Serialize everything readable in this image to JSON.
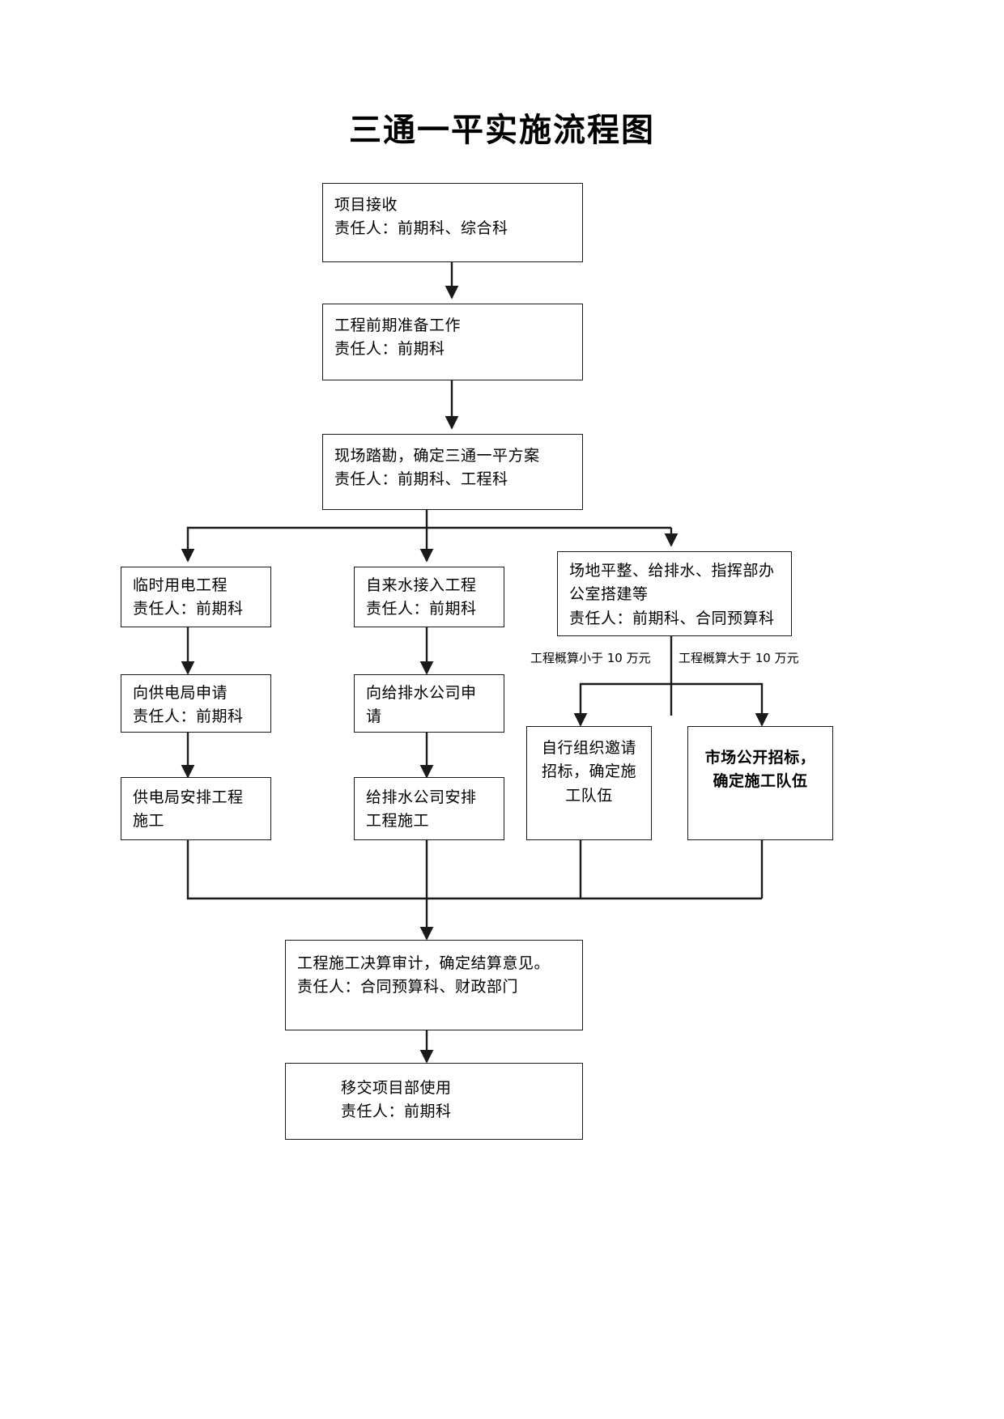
{
  "document": {
    "title": "三通一平实施流程图"
  },
  "nodes": [
    {
      "id": "n1",
      "name": "node-project-receive",
      "lines": [
        "项目接收",
        "责任人：前期科、综合科"
      ]
    },
    {
      "id": "n2",
      "name": "node-preliminary-preparation",
      "lines": [
        "工程前期准备工作",
        "责任人：前期科"
      ]
    },
    {
      "id": "n3",
      "name": "node-site-survey",
      "lines": [
        "现场踏勘，确定三通一平方案",
        "责任人：前期科、工程科"
      ]
    },
    {
      "id": "n4",
      "name": "node-temporary-power",
      "lines": [
        "临时用电工程",
        "责任人：前期科"
      ]
    },
    {
      "id": "n5",
      "name": "node-tap-water-connection",
      "lines": [
        "自来水接入工程",
        "责任人：前期科"
      ]
    },
    {
      "id": "n6",
      "name": "node-site-leveling",
      "lines": [
        "场地平整、给排水、指挥部办",
        "公室搭建等",
        "责任人：前期科、合同预算科"
      ]
    },
    {
      "id": "n7",
      "name": "node-apply-power-bureau",
      "lines": [
        "向供电局申请",
        "责任人：前期科"
      ]
    },
    {
      "id": "n8",
      "name": "node-apply-water-company",
      "lines": [
        "向给排水公司申",
        "请"
      ]
    },
    {
      "id": "n9",
      "name": "node-power-bureau-construct",
      "lines": [
        "供电局安排工程",
        "施工"
      ]
    },
    {
      "id": "n10",
      "name": "node-water-company-construct",
      "lines": [
        "给排水公司安排",
        "工程施工"
      ]
    },
    {
      "id": "n11",
      "name": "node-self-invite-tender",
      "lines": [
        "自行组织邀请",
        "招标，确定施",
        "工队伍"
      ]
    },
    {
      "id": "n12",
      "name": "node-public-tender",
      "lines": [
        "市场公开招标，",
        "确定施工队伍"
      ]
    },
    {
      "id": "n13",
      "name": "node-final-audit",
      "lines": [
        "工程施工决算审计，确定结算意见。",
        "责任人：合同预算科、财政部门"
      ]
    },
    {
      "id": "n14",
      "name": "node-handover",
      "lines": [
        "移交项目部使用",
        "责任人：前期科"
      ]
    }
  ],
  "edge_labels": [
    {
      "id": "e1",
      "name": "edge-label-budget-less-than",
      "text": "工程概算小于 10 万元"
    },
    {
      "id": "e2",
      "name": "edge-label-budget-greater-than",
      "text": "工程概算大于 10 万元"
    }
  ],
  "colors": {
    "box_border": "#1a1a1a",
    "connector": "#1a1a1a",
    "background": "#ffffff",
    "text": "#000000"
  }
}
